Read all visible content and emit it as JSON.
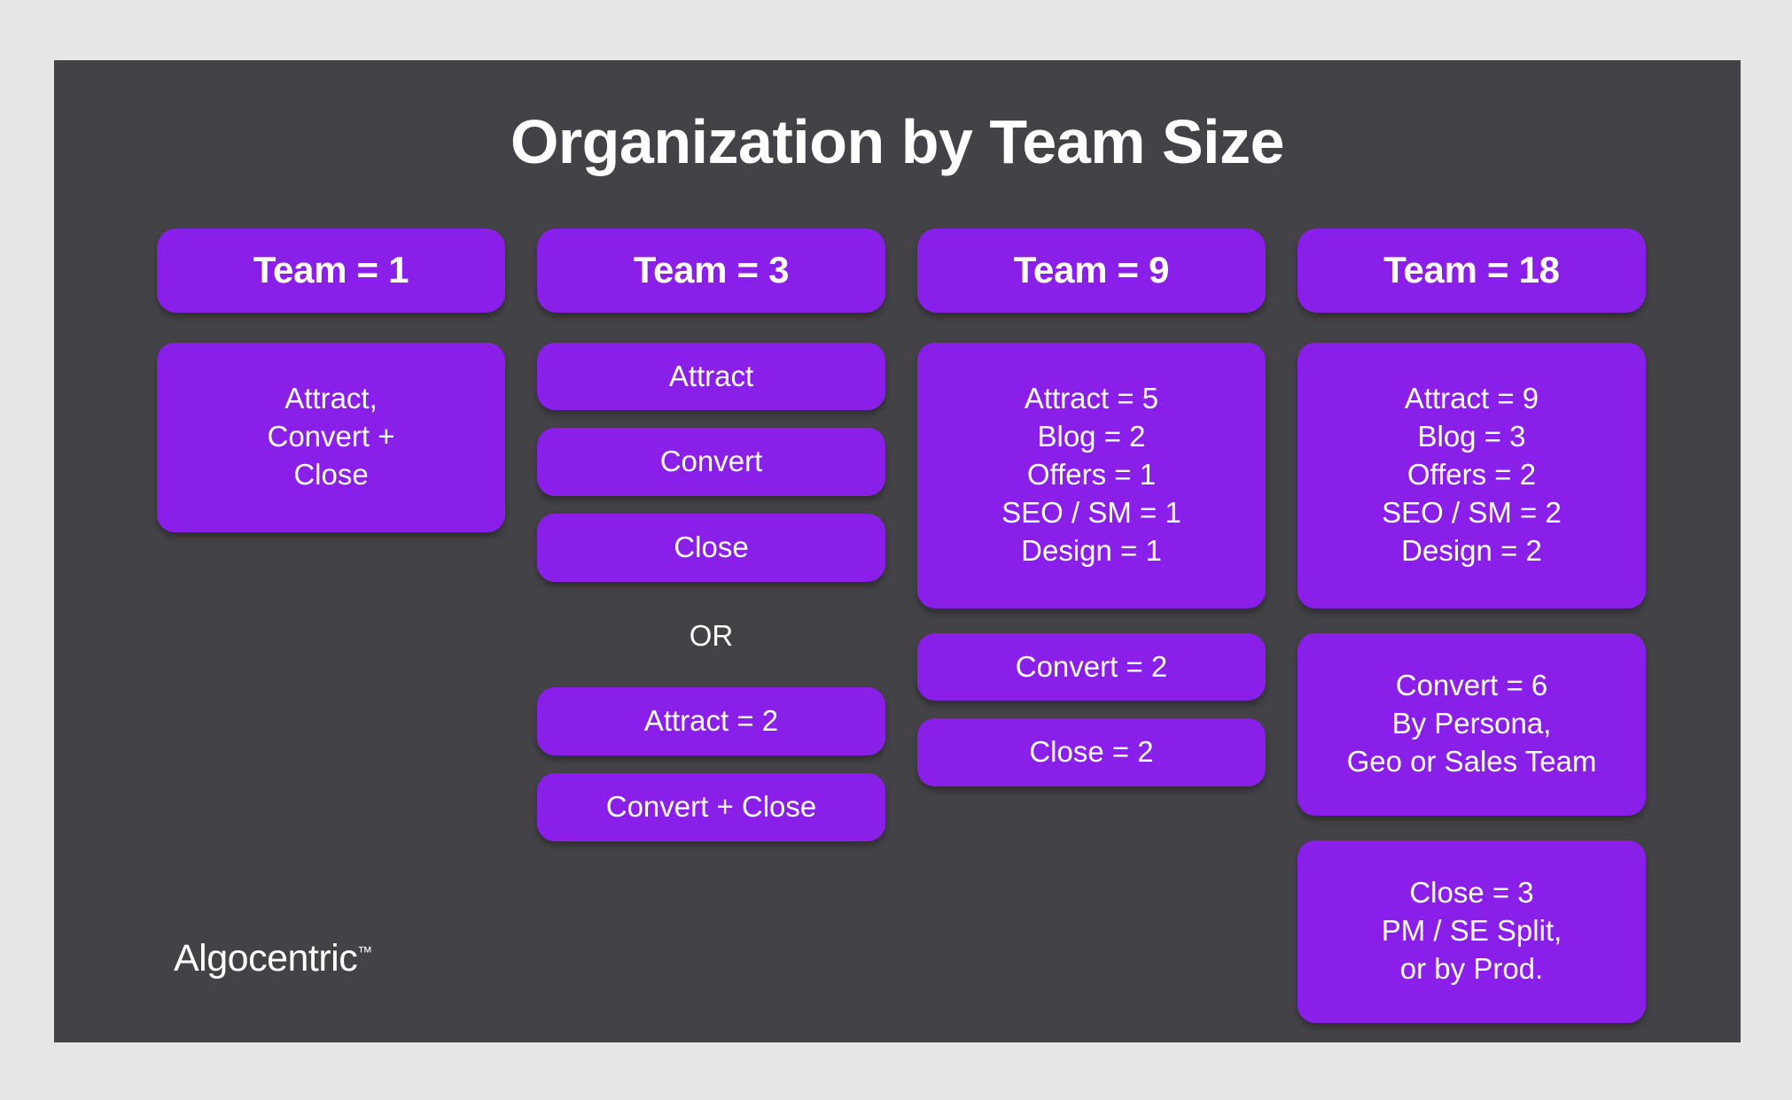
{
  "slide": {
    "title": "Organization by Team Size",
    "background_color": "#e6e6e7",
    "panel_color": "#434247",
    "accent_color": "#8a1fea",
    "text_color": "#ffffff"
  },
  "logo": {
    "name": "Algocentric",
    "trademark": "™"
  },
  "columns": [
    {
      "header": "Team = 1",
      "blocks": [
        {
          "kind": "box",
          "lines": [
            "Attract,",
            "Convert +",
            "Close"
          ]
        }
      ]
    },
    {
      "header": "Team = 3",
      "blocks": [
        {
          "kind": "pill",
          "lines": [
            "Attract"
          ]
        },
        {
          "kind": "pill",
          "lines": [
            "Convert"
          ]
        },
        {
          "kind": "pill",
          "lines": [
            "Close"
          ]
        },
        {
          "kind": "divider",
          "lines": [
            "OR"
          ]
        },
        {
          "kind": "pill",
          "lines": [
            "Attract = 2"
          ]
        },
        {
          "kind": "pill",
          "lines": [
            "Convert + Close"
          ]
        }
      ]
    },
    {
      "header": "Team = 9",
      "blocks": [
        {
          "kind": "box",
          "lines": [
            "Attract = 5",
            "Blog = 2",
            "Offers = 1",
            "SEO / SM = 1",
            "Design = 1"
          ]
        },
        {
          "kind": "pill",
          "lines": [
            "Convert = 2"
          ]
        },
        {
          "kind": "pill",
          "lines": [
            "Close = 2"
          ]
        }
      ]
    },
    {
      "header": "Team = 18",
      "blocks": [
        {
          "kind": "box",
          "lines": [
            "Attract = 9",
            "Blog = 3",
            "Offers = 2",
            "SEO / SM = 2",
            "Design = 2"
          ]
        },
        {
          "kind": "box",
          "lines": [
            "Convert = 6",
            "By Persona,",
            "Geo or Sales Team"
          ]
        },
        {
          "kind": "box",
          "lines": [
            "Close = 3",
            "PM / SE Split,",
            "or by Prod."
          ]
        }
      ]
    }
  ]
}
